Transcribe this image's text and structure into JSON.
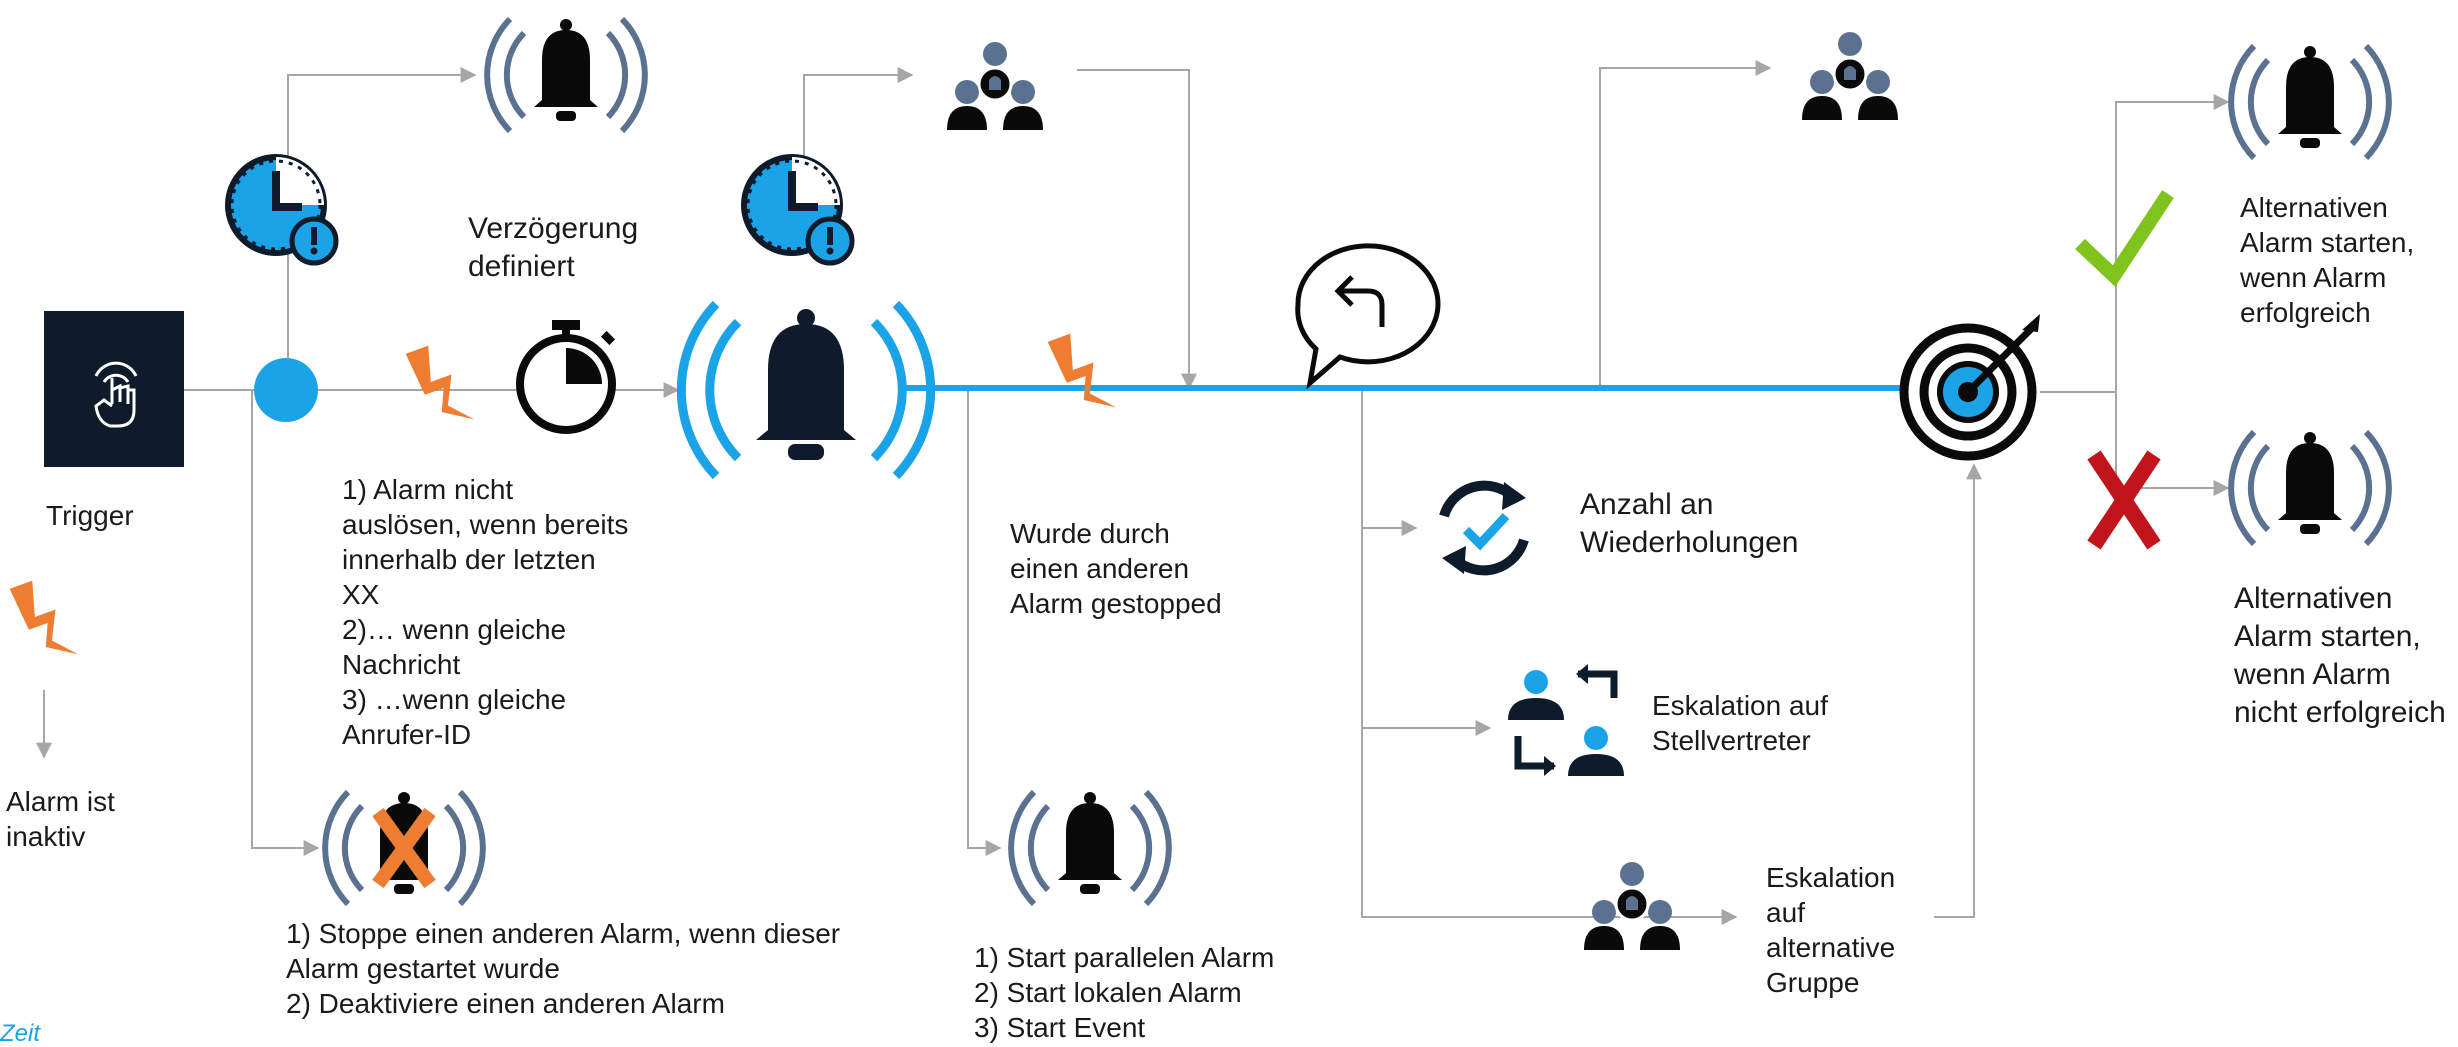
{
  "labels": {
    "trigger": "Trigger",
    "inactive": "Alarm ist\ninaktiv",
    "delay_defined": "Verzögerung\ndefiniert",
    "suppress_conditions": "1) Alarm nicht\nauslösen, wenn bereits\ninnerhalb der letzten\nXX\n2)… wenn gleiche\nNachricht\n3) …wenn gleiche\nAnrufer-ID",
    "stop_other": "1) Stoppe einen anderen Alarm, wenn dieser\nAlarm gestartet wurde\n2) Deaktiviere einen anderen Alarm",
    "stopped_by_other": "Wurde durch\neinen anderen\nAlarm gestopped",
    "start_actions": "1) Start parallelen Alarm\n2) Start lokalen Alarm\n3) Start Event",
    "repetitions": "Anzahl an\nWiederholungen",
    "escalation_deputy": "Eskalation auf\nStellvertreter",
    "escalation_group": "Eskalation\nauf\nalternative\nGruppe",
    "alt_success": "Alternativen\nAlarm starten,\nwenn Alarm\nerfolgreich",
    "alt_failure": "Alternativen\nAlarm starten,\nwenn Alarm\nnicht erfolgreich",
    "time_axis": "Zeit"
  },
  "icons": {
    "trigger": "touch-hand-icon",
    "timer": "clock-alert-icon",
    "stopwatch": "stopwatch-icon",
    "bell": "bell-icon",
    "group": "group-icon",
    "reply": "reply-bubble-icon",
    "target": "target-icon",
    "check": "check-icon",
    "cross": "cross-icon",
    "lightning": "lightning-icon",
    "repeat": "repeat-icon",
    "swap": "deputy-swap-icon"
  },
  "colors": {
    "main_line": "#1ba3e8",
    "connector": "#a6a6a6",
    "accent_blue": "#1ba3e8",
    "dark": "#0d1b2a",
    "bell_wave": "#5b7190",
    "lightning": "#ee7d31",
    "check": "#7fc31c",
    "cross": "#c0161b",
    "trigger_bg": "#0d1b2a"
  }
}
